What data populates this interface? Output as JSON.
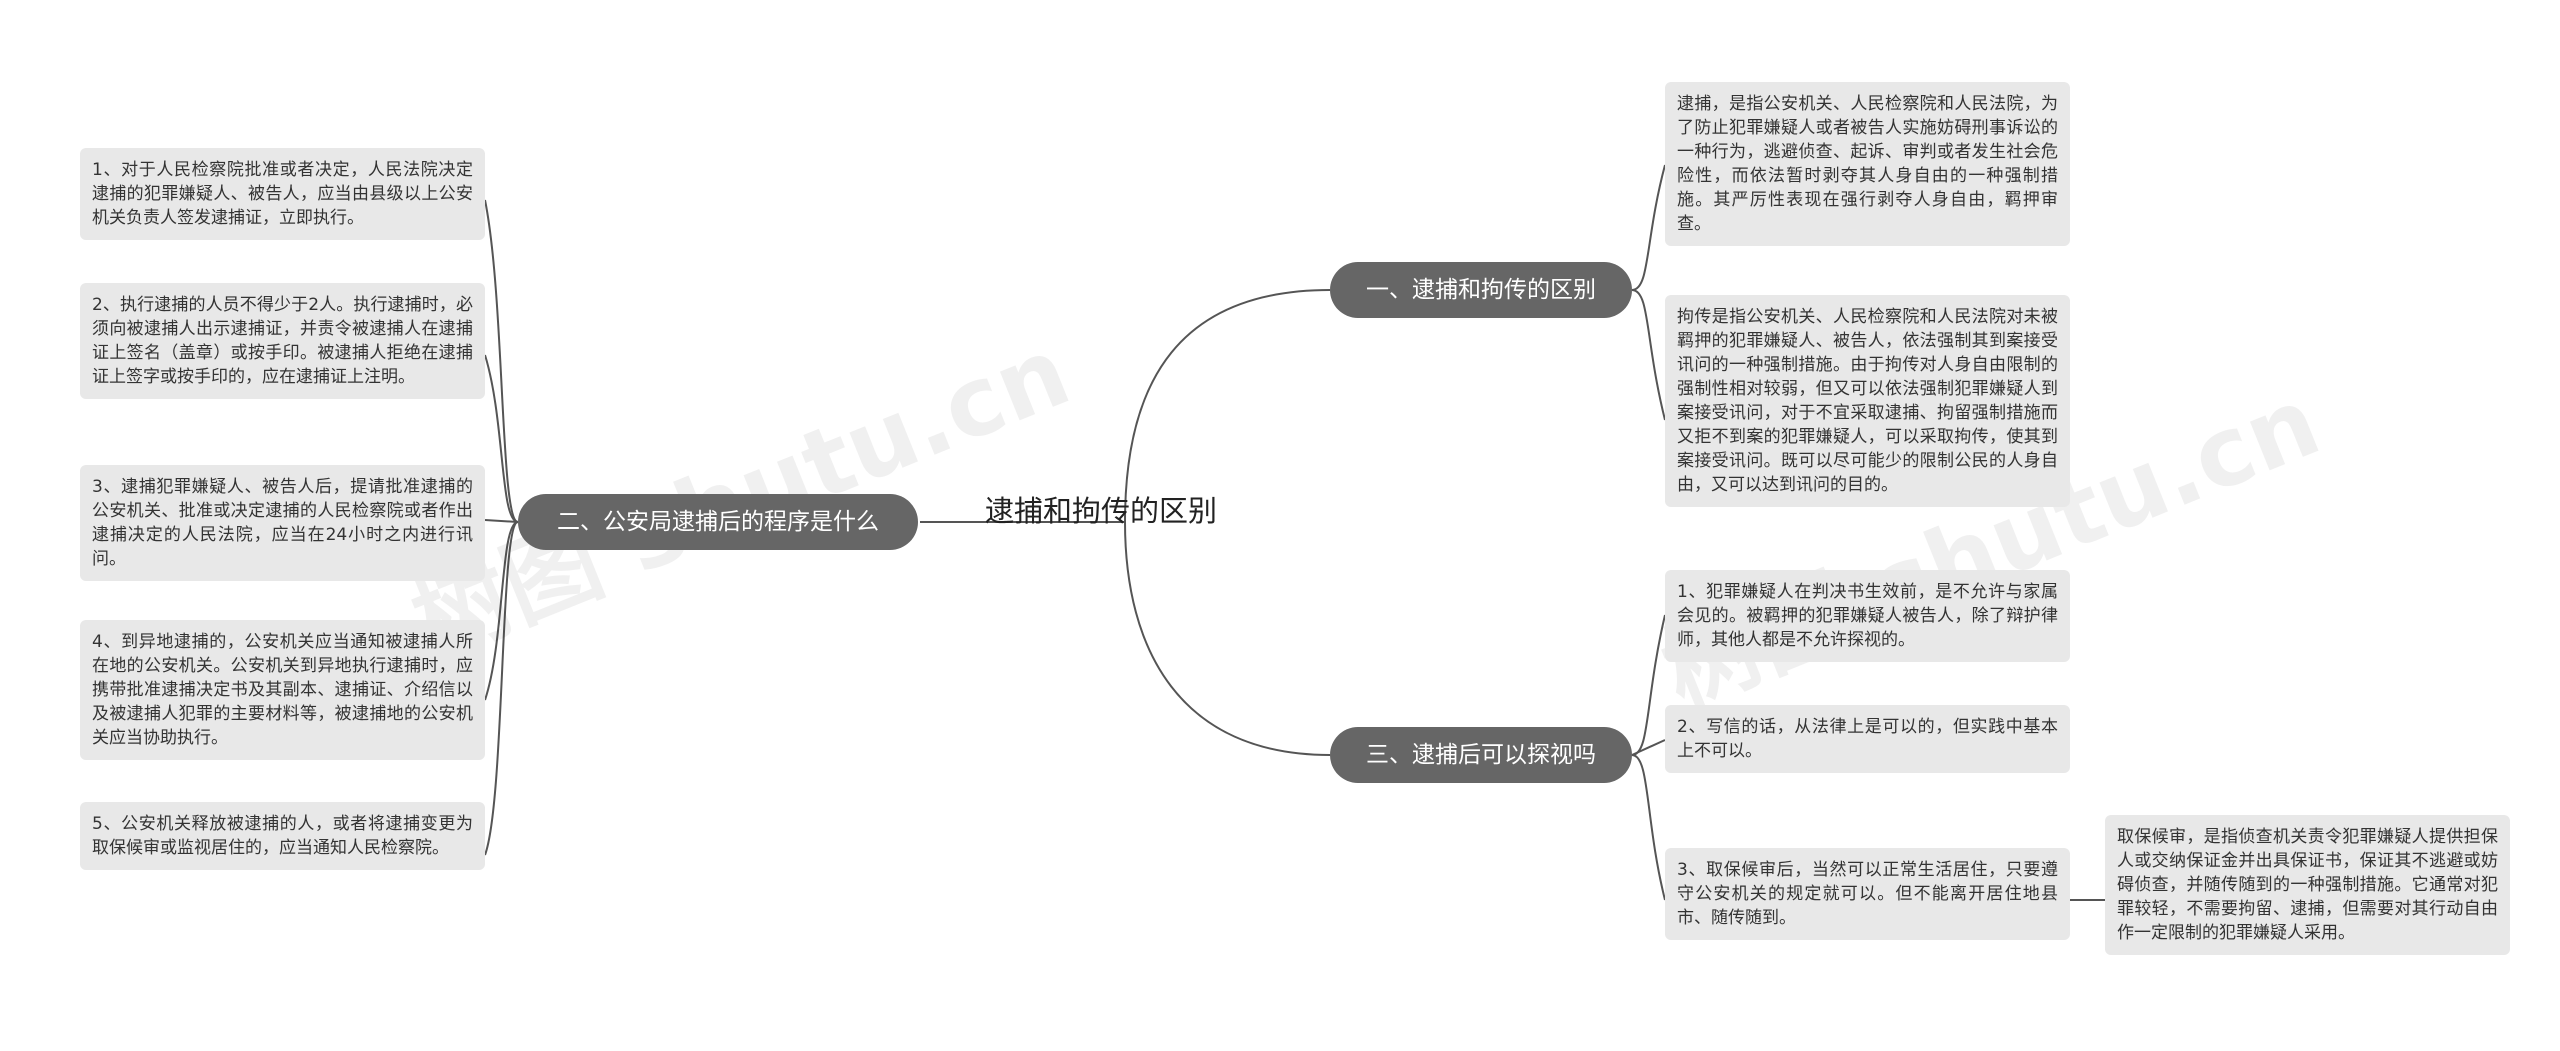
{
  "root": "逮捕和拘传的区别",
  "branches": [
    {
      "label": "一、逮捕和拘传的区别",
      "children": [
        "逮捕，是指公安机关、人民检察院和人民法院，为了防止犯罪嫌疑人或者被告人实施妨碍刑事诉讼的一种行为，逃避侦查、起诉、审判或者发生社会危险性，而依法暂时剥夺其人身自由的一种强制措施。其严厉性表现在强行剥夺人身自由，羁押审查。",
        "拘传是指公安机关、人民检察院和人民法院对未被羁押的犯罪嫌疑人、被告人，依法强制其到案接受讯问的一种强制措施。由于拘传对人身自由限制的强制性相对较弱，但又可以依法强制犯罪嫌疑人到案接受讯问，对于不宜采取逮捕、拘留强制措施而又拒不到案的犯罪嫌疑人，可以采取拘传，使其到案接受讯问。既可以尽可能少的限制公民的人身自由，又可以达到讯问的目的。"
      ]
    },
    {
      "label": "二、公安局逮捕后的程序是什么",
      "children": [
        "1、对于人民检察院批准或者决定，人民法院决定逮捕的犯罪嫌疑人、被告人，应当由县级以上公安机关负责人签发逮捕证，立即执行。",
        "2、执行逮捕的人员不得少于2人。执行逮捕时，必须向被逮捕人出示逮捕证，并责令被逮捕人在逮捕证上签名（盖章）或按手印。被逮捕人拒绝在逮捕证上签字或按手印的，应在逮捕证上注明。",
        "3、逮捕犯罪嫌疑人、被告人后，提请批准逮捕的公安机关、批准或决定逮捕的人民检察院或者作出逮捕决定的人民法院，应当在24小时之内进行讯问。",
        "4、到异地逮捕的，公安机关应当通知被逮捕人所在地的公安机关。公安机关到异地执行逮捕时，应携带批准逮捕决定书及其副本、逮捕证、介绍信以及被逮捕人犯罪的主要材料等，被逮捕地的公安机关应当协助执行。",
        "5、公安机关释放被逮捕的人，或者将逮捕变更为取保候审或监视居住的，应当通知人民检察院。"
      ]
    },
    {
      "label": "三、逮捕后可以探视吗",
      "children": [
        "1、犯罪嫌疑人在判决书生效前，是不允许与家属会见的。被羁押的犯罪嫌疑人被告人，除了辩护律师，其他人都是不允许探视的。",
        "2、写信的话，从法律上是可以的，但实践中基本上不可以。",
        "3、取保候审后，当然可以正常生活居住，只要遵守公安机关的规定就可以。但不能离开居住地县市、随传随到。"
      ],
      "sub": "取保候审，是指侦查机关责令犯罪嫌疑人提供担保人或交纳保证金并出具保证书，保证其不逃避或妨碍侦查，并随传随到的一种强制措施。它通常对犯罪较轻，不需要拘留、逮捕，但需要对其行动自由作一定限制的犯罪嫌疑人采用。"
    }
  ],
  "watermarks": [
    "树图 shutu.cn",
    "树图 shutu.cn"
  ],
  "colors": {
    "branch": "#666666",
    "leaf": "#e8e8e8",
    "line": "#555555"
  }
}
